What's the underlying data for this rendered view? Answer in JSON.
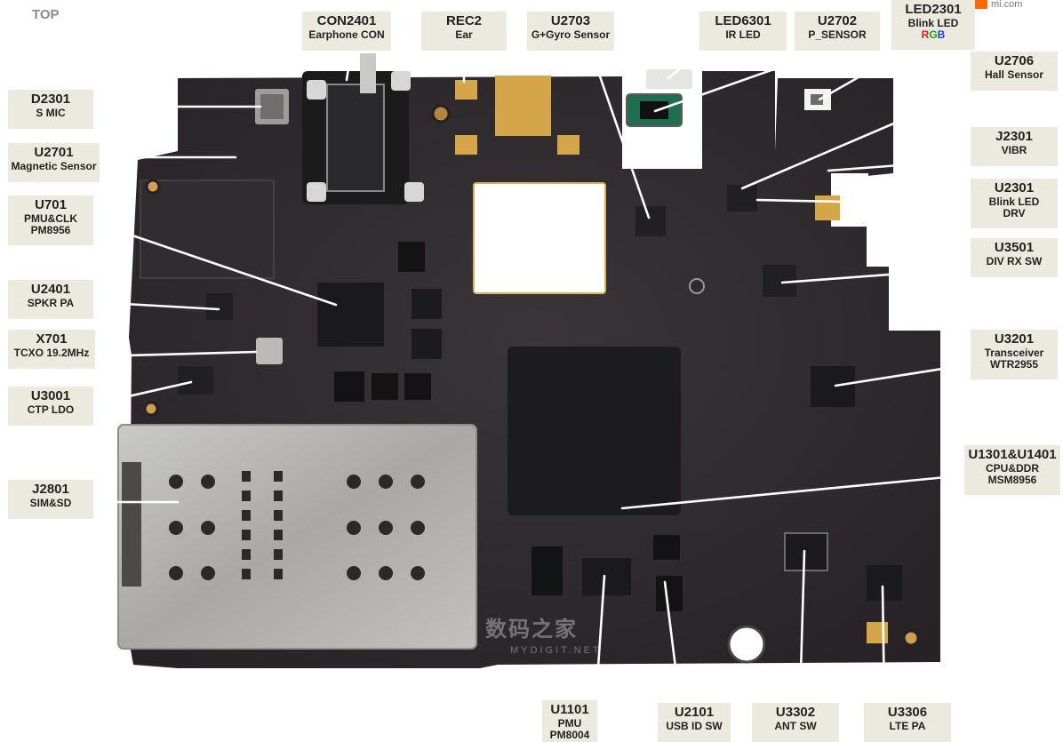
{
  "side_label": "TOP",
  "brand_text": "mi.com",
  "watermark": {
    "name": "数码之家",
    "site": "MYDIGIT.NET"
  },
  "colors": {
    "board": "#2e2a2d",
    "label_bg": "#ece9df",
    "leader": "#ffffff",
    "gold": "#d5a54a",
    "brand": "#ff6a00"
  },
  "labels": [
    {
      "id": "con2401",
      "ref": "CON2401",
      "lines": [
        "Earphone CON"
      ]
    },
    {
      "id": "rec2",
      "ref": "REC2",
      "lines": [
        "Ear"
      ]
    },
    {
      "id": "u2703",
      "ref": "U2703",
      "lines": [
        "G+Gyro Sensor"
      ]
    },
    {
      "id": "led6301",
      "ref": "LED6301",
      "lines": [
        "IR LED"
      ]
    },
    {
      "id": "u2702",
      "ref": "U2702",
      "lines": [
        "P_SENSOR"
      ]
    },
    {
      "id": "led2301",
      "ref": "LED2301",
      "lines": [
        "Blink LED"
      ],
      "rgb": [
        "R",
        "G",
        "B"
      ]
    },
    {
      "id": "u2706",
      "ref": "U2706",
      "lines": [
        "Hall Sensor"
      ]
    },
    {
      "id": "d2301",
      "ref": "D2301",
      "lines": [
        "S MIC"
      ]
    },
    {
      "id": "u2701",
      "ref": "U2701",
      "lines": [
        "Magnetic Sensor"
      ]
    },
    {
      "id": "j2301",
      "ref": "J2301",
      "lines": [
        "VIBR"
      ]
    },
    {
      "id": "u701",
      "ref": "U701",
      "lines": [
        "PMU&CLK",
        "PM8956"
      ]
    },
    {
      "id": "u2301",
      "ref": "U2301",
      "lines": [
        "Blink LED",
        "DRV"
      ]
    },
    {
      "id": "u3501",
      "ref": "U3501",
      "lines": [
        "DIV RX SW"
      ]
    },
    {
      "id": "u2401",
      "ref": "U2401",
      "lines": [
        "SPKR PA"
      ]
    },
    {
      "id": "x701",
      "ref": "X701",
      "lines": [
        "TCXO 19.2MHz"
      ]
    },
    {
      "id": "u3201",
      "ref": "U3201",
      "lines": [
        "Transceiver",
        "WTR2955"
      ]
    },
    {
      "id": "u3001",
      "ref": "U3001",
      "lines": [
        "CTP LDO"
      ]
    },
    {
      "id": "u1301",
      "ref": "U1301&U1401",
      "lines": [
        "CPU&DDR",
        "MSM8956"
      ]
    },
    {
      "id": "j2801",
      "ref": "J2801",
      "lines": [
        "SIM&SD"
      ]
    },
    {
      "id": "u1101",
      "ref": "U1101",
      "lines": [
        "PMU",
        "PM8004"
      ]
    },
    {
      "id": "u2101",
      "ref": "U2101",
      "lines": [
        "USB ID SW"
      ]
    },
    {
      "id": "u3302",
      "ref": "U3302",
      "lines": [
        "ANT SW"
      ]
    },
    {
      "id": "u3306",
      "ref": "U3306",
      "lines": [
        "LTE PA"
      ]
    }
  ]
}
